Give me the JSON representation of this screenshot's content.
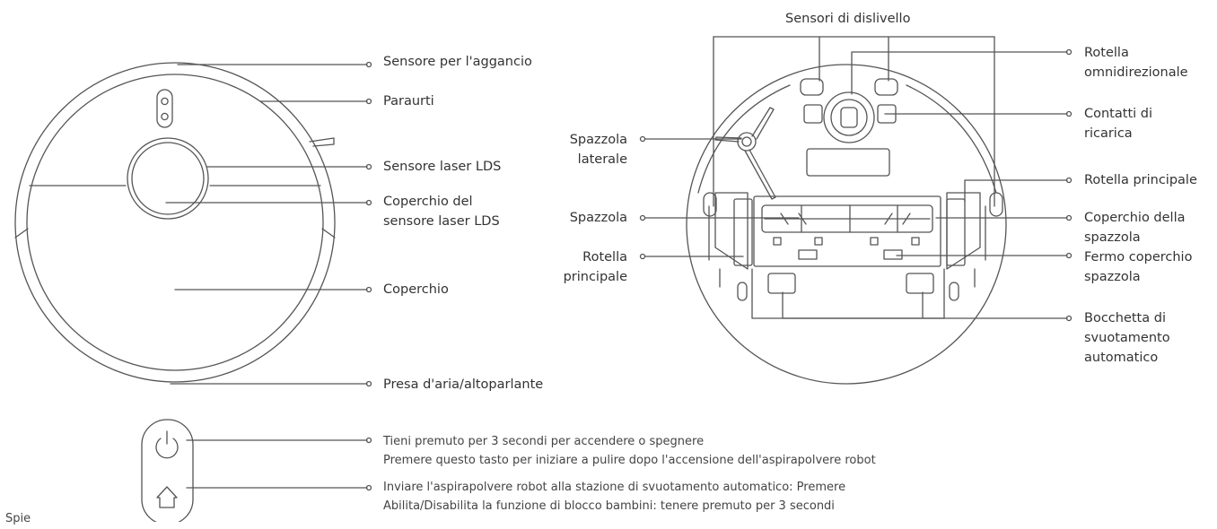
{
  "top_view": {
    "dock_sensor": "Sensore per l'aggancio",
    "bumper": "Paraurti",
    "lds_sensor": "Sensore laser LDS",
    "lds_cover": "Coperchio del\nsensore laser LDS",
    "cover": "Coperchio",
    "air_outlet": "Presa d'aria/altoparlante"
  },
  "bottom_view": {
    "cliff_sensors": "Sensori di dislivello",
    "omni_wheel": "Rotella\nomnidirezionale",
    "charging_contacts": "Contatti di\nricarica",
    "main_wheel_right": "Rotella principale",
    "brush_cover": "Coperchio della\nspazzola",
    "brush_cover_latch": "Fermo coperchio\nspazzola",
    "auto_empty_port": "Bocchetta di\nsvuotamento\nautomatico",
    "side_brush": "Spazzola\nlaterale",
    "main_brush": "Spazzola",
    "main_wheel_left": "Rotella\nprincipale"
  },
  "buttons": {
    "power_line1": "Tieni premuto per 3 secondi per accendere o spegnere",
    "power_line2": "Premere questo tasto per iniziare a pulire dopo l'accensione dell'aspirapolvere robot",
    "home_line1": "Inviare l'aspirapolvere robot alla stazione di svuotamento automatico: Premere",
    "home_line2": "Abilita/Disabilita la funzione di blocco bambini: tenere premuto per 3 secondi"
  },
  "footer": {
    "spie": "Spie"
  }
}
